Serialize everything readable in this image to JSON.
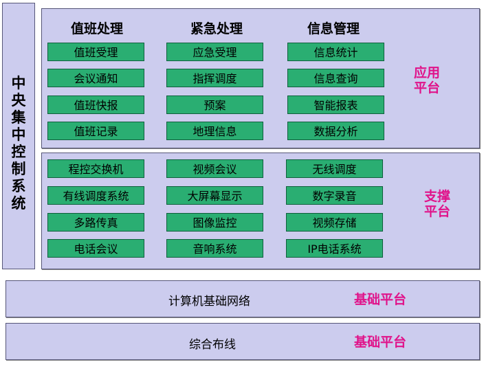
{
  "side_label": "中\n央\n集\n中\n控\n制\n系\n统",
  "app": {
    "headers": [
      "值班处理",
      "紧急处理",
      "信息管理"
    ],
    "columns": [
      [
        "值班受理",
        "会议通知",
        "值班快报",
        "值班记录"
      ],
      [
        "应急受理",
        "指挥调度",
        "预案",
        "地理信息"
      ],
      [
        "信息统计",
        "信息查询",
        "智能报表",
        "数据分析"
      ]
    ],
    "label": "应用\n平台"
  },
  "support": {
    "columns": [
      [
        "程控交换机",
        "有线调度系统",
        "多路传真",
        "电话会议"
      ],
      [
        "视频会议",
        "大屏幕显示",
        "图像监控",
        "音响系统"
      ],
      [
        "无线调度",
        "数字录音",
        "视频存储",
        "IP电话系统"
      ]
    ],
    "label": "支撑\n平台"
  },
  "base1": {
    "text": "计算机基础网络",
    "label": "基础平台"
  },
  "base2": {
    "text": "综合布线",
    "label": "基础平台"
  },
  "colors": {
    "panel": "#ccccee",
    "cell": "#2aae72",
    "label": "#e0138a"
  }
}
